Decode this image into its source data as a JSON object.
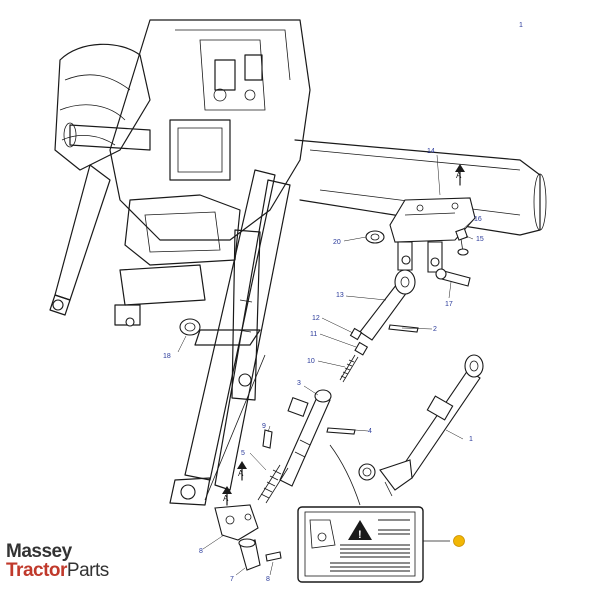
{
  "diagram": {
    "page_number": "1",
    "callouts": {
      "c1": "1",
      "c2": "2",
      "c3": "3",
      "c4": "4",
      "c5": "5",
      "c7": "7",
      "c8a": "8",
      "c8b": "8",
      "c9": "9",
      "c10": "10",
      "c11": "11",
      "c12": "12",
      "c13": "13",
      "c14": "14",
      "c15": "15",
      "c16": "16",
      "c17": "17",
      "c18": "18",
      "c20": "20"
    },
    "section_markers": {
      "a1": "A",
      "a2": "A",
      "a3": "A"
    },
    "highlight_color": "#f2b705",
    "callout_color": "#2a3a9a"
  },
  "logo": {
    "line1": "Massey",
    "line2_red": "Tractor",
    "line2_dark": "Parts"
  }
}
